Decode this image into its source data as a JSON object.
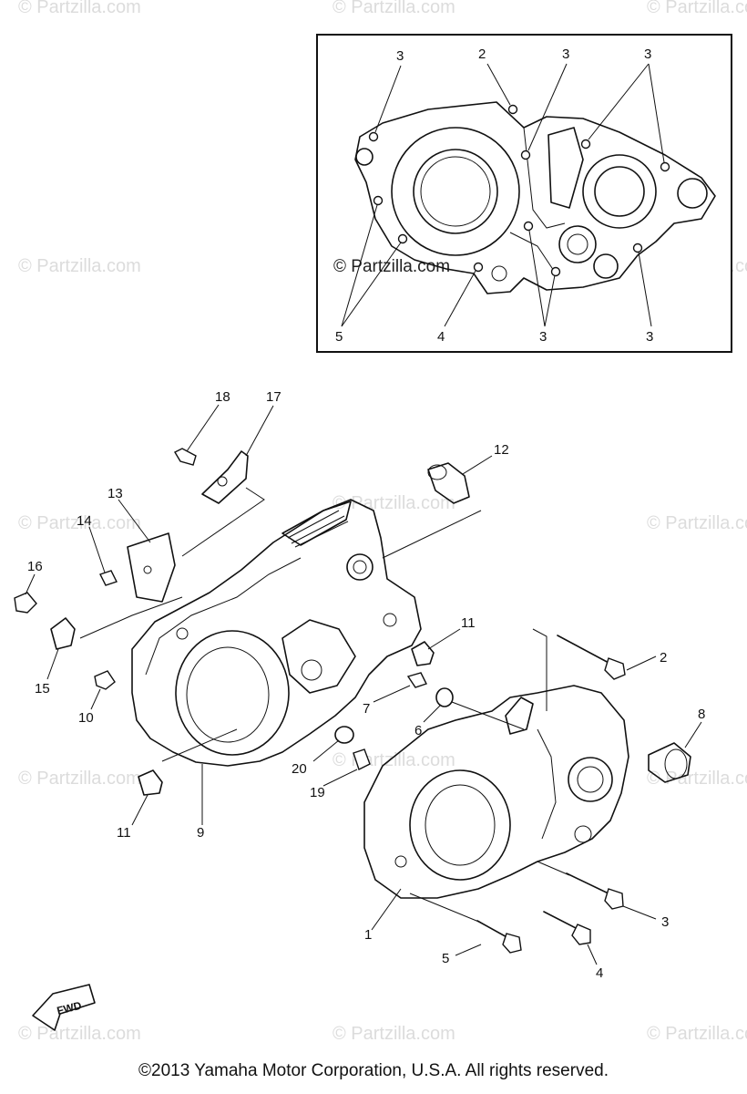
{
  "watermark": "© Partzilla.com",
  "inset_labels": [
    "3",
    "2",
    "3",
    "3",
    "5",
    "4",
    "3",
    "3"
  ],
  "callouts": [
    "1",
    "2",
    "3",
    "4",
    "5",
    "6",
    "7",
    "8",
    "9",
    "10",
    "11",
    "11",
    "12",
    "13",
    "14",
    "15",
    "16",
    "17",
    "18",
    "19",
    "20"
  ],
  "badge_text": "FWD",
  "copyright": "©2013 Yamaha Motor Corporation, U.S.A. All rights reserved."
}
